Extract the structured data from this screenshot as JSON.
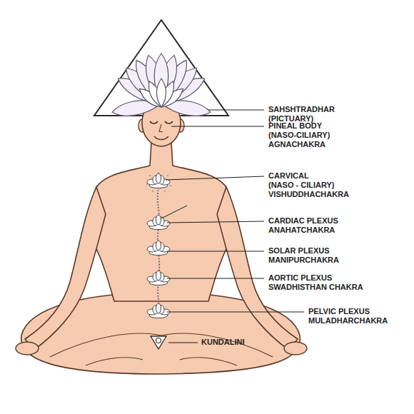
{
  "diagram": {
    "labels": [
      "SAHSHTRADHAR",
      "(PICTUARY)",
      "PINEAL BODY",
      "(NASO-CILIARY)",
      "AGNACHAKRA",
      "CARVICAL",
      "(NASO - CILIARY)",
      "VISHUDDHACHAKRA",
      "CARDIAC PLEXUS",
      "ANAHATCHAKRA",
      "SOLAR PLEXUS",
      "MANIPURCHAKRA",
      "AORTIC PLEXUS",
      "SWADHISTHAN CHAKRA",
      "PELVIC PLEXUS",
      "MULADHARCHAKRA",
      "KUNDALINI"
    ]
  }
}
